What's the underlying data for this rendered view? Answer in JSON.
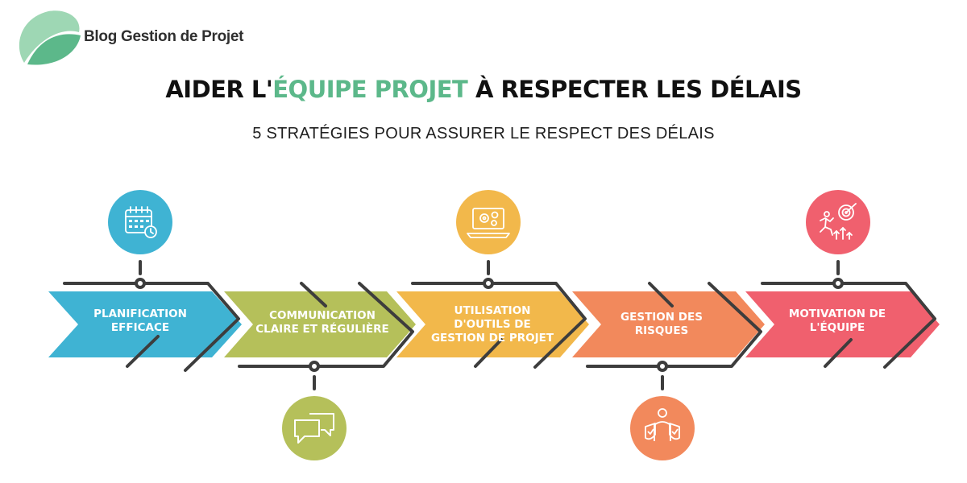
{
  "brand": {
    "name": "Blog Gestion de Projet"
  },
  "header": {
    "title_pre": "AIDER L'",
    "title_highlight": "ÉQUIPE PROJET",
    "title_post": " À RESPECTER LES DÉLAIS",
    "subtitle": "5 STRATÉGIES POUR ASSURER LE RESPECT DES DÉLAIS"
  },
  "steps": [
    {
      "label": "PLANIFICATION EFFICACE",
      "color": "#3fb3d3",
      "icon": "calendar-icon"
    },
    {
      "label": "COMMUNICATION CLAIRE ET RÉGULIÈRE",
      "color": "#b5c05a",
      "icon": "speech-bubbles-icon"
    },
    {
      "label": "UTILISATION D'OUTILS DE GESTION DE PROJET",
      "color": "#f2b84b",
      "icon": "laptop-gears-icon"
    },
    {
      "label": "GESTION DES RISQUES",
      "color": "#f2895c",
      "icon": "person-shield-icon"
    },
    {
      "label": "MOTIVATION DE L'ÉQUIPE",
      "color": "#f0606e",
      "icon": "target-runner-icon"
    }
  ],
  "colors": {
    "accent": "#5cb88a",
    "connector": "#3d3d3d"
  }
}
